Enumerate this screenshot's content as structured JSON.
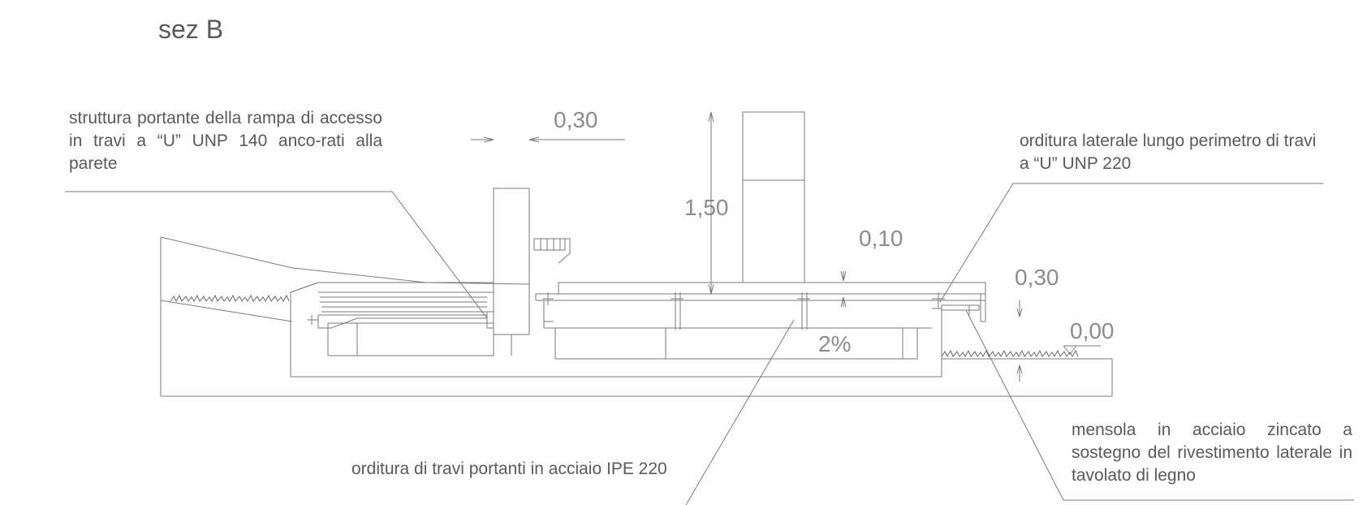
{
  "title": "sez B",
  "annotations": {
    "ramp_structure": "struttura portante della rampa di accesso in travi a “U” UNP 140 anco-rati alla parete",
    "lateral_frame": "orditura laterale lungo perimetro di travi a “U” UNP 220",
    "bracket": "mensola in acciaio zincato a sostegno del rivestimento laterale in tavolato di legno",
    "main_beams": "orditura di travi portanti in acciaio IPE 220"
  },
  "dimensions": {
    "top_width": "0,30",
    "parapet_height": "1,50",
    "deck_thickness": "0,10",
    "right_level_offset": "0,30",
    "ground_level": "0,00",
    "slope": "2%"
  },
  "colors": {
    "line": "#7a7a7a",
    "text": "#5a5a5a",
    "dimension_text": "#8c8c8c"
  }
}
